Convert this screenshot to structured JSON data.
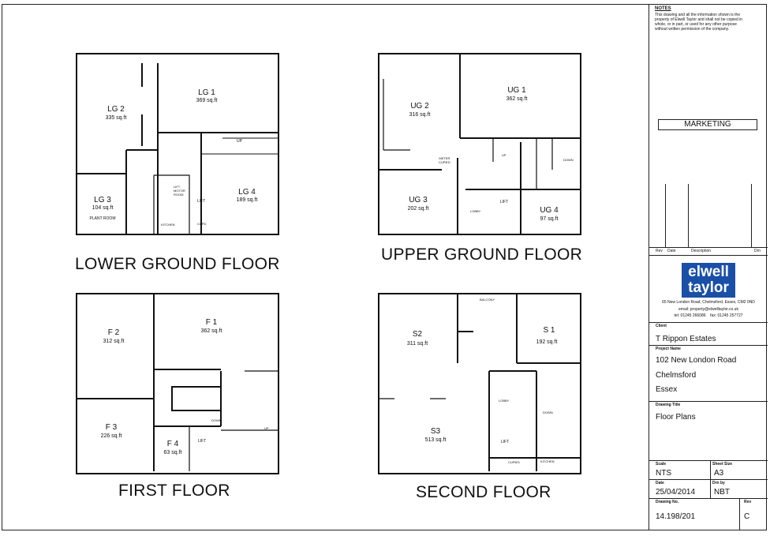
{
  "notes": {
    "heading": "NOTES",
    "text": "This drawing and all the information shown is the property of Elwell Taylor and shall not be copied in whole, or in part, or used for any other purpose without written permission of the company."
  },
  "status_box": "MARKETING",
  "revision_table": {
    "rev": "Rev",
    "date": "Date",
    "description": "Description",
    "drn": "Drn"
  },
  "company": {
    "logo_line1": "elwell",
    "logo_line2": "taylor",
    "address": "65 New London Road, Chelmsford, Essex, CM2 0ND",
    "email": "email: property@elwelltaylor.co.uk",
    "phones": "tel: 01245 266086    fax: 01245 257727",
    "logo_color": "#1a4fa8"
  },
  "client": {
    "label": "Client",
    "value": "T Rippon Estates"
  },
  "project": {
    "label": "Project Name",
    "line1": "102 New London Road",
    "line2": "Chelmsford",
    "line3": "Essex"
  },
  "drawing_title": {
    "label": "Drawing Title",
    "value": "Floor Plans"
  },
  "scale": {
    "label": "Scale",
    "value": "NTS"
  },
  "sheet_size": {
    "label": "Sheet Size",
    "value": "A3"
  },
  "date": {
    "label": "Date",
    "value": "25/04/2014"
  },
  "drn_by": {
    "label": "Drn by",
    "value": "NBT"
  },
  "drawing_no": {
    "label": "Drawing No.",
    "value": "14.198/201"
  },
  "rev": {
    "label": "Rev",
    "value": "C"
  },
  "floors": {
    "lower": {
      "title": "LOWER GROUND FLOOR",
      "rooms": [
        {
          "name": "LG 1",
          "area": "369 sq.ft"
        },
        {
          "name": "LG 2",
          "area": "335 sq.ft"
        },
        {
          "name": "LG 3",
          "area": "104 sq.ft"
        },
        {
          "name": "LG 4",
          "area": "189 sq.ft"
        }
      ],
      "labels": {
        "plant": "PLANT ROOM",
        "lift": "LIFT",
        "lift_motor": "LIFT\nMOTOR\nROOM",
        "kitchen": "KITCHEN",
        "cupd": "CUPD",
        "up": "UP"
      }
    },
    "upper": {
      "title": "UPPER GROUND FLOOR",
      "rooms": [
        {
          "name": "UG 1",
          "area": "362 sq.ft"
        },
        {
          "name": "UG 2",
          "area": "316 sq.ft"
        },
        {
          "name": "UG 3",
          "area": "202 sq.ft"
        },
        {
          "name": "UG 4",
          "area": "97 sq.ft"
        }
      ],
      "labels": {
        "meter": "METER\nCUPB'D",
        "lobby": "LOBBY",
        "lift": "LIFT",
        "up": "UP",
        "down": "DOWN"
      }
    },
    "first": {
      "title": "FIRST FLOOR",
      "rooms": [
        {
          "name": "F 1",
          "area": "362 sq.ft"
        },
        {
          "name": "F 2",
          "area": "312 sq.ft"
        },
        {
          "name": "F 3",
          "area": "226 sq.ft"
        },
        {
          "name": "F 4",
          "area": "63 sq.ft"
        }
      ],
      "labels": {
        "lift": "LIFT",
        "down": "DOWN",
        "up": "UP"
      }
    },
    "second": {
      "title": "SECOND FLOOR",
      "rooms": [
        {
          "name": "S 1",
          "area": "192 sq.ft"
        },
        {
          "name": "S2",
          "area": "311 sq.ft"
        },
        {
          "name": "S3",
          "area": "513 sq.ft"
        }
      ],
      "labels": {
        "balcony": "BALCONY",
        "lobby": "LOBBY",
        "lift": "LIFT",
        "down": "DOWN",
        "cupd": "CUPB'D",
        "kitchen": "KITCHEN"
      }
    }
  }
}
